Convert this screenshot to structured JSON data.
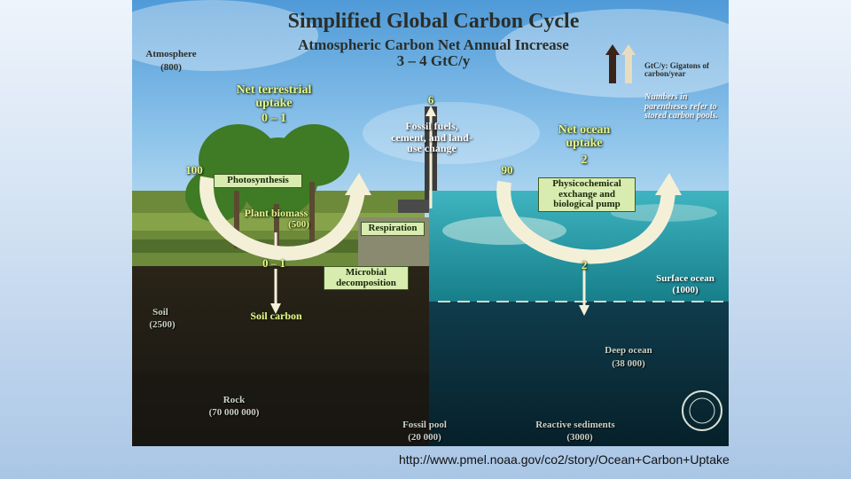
{
  "title": "Simplified Global Carbon Cycle",
  "subtitle": "Atmospheric Carbon Net Annual Increase",
  "subtitle_value": "3 – 4 GtC/y",
  "atmosphere": {
    "label": "Atmosphere",
    "value": "(800)"
  },
  "legend": {
    "units": "GtC/y: Gigatons of carbon/year",
    "note": "Numbers in parentheses refer to stored carbon pools."
  },
  "terrestrial": {
    "uptake_label": "Net terrestrial uptake",
    "uptake_value": "0 – 1",
    "photosynthesis_value": "100",
    "photosynthesis_label": "Photosynthesis",
    "biomass_label": "Plant biomass",
    "biomass_value": "(500)",
    "respiration_label": "Respiration",
    "soil_flux_value": "0 – 1",
    "microbial_label": "Microbial decomposition",
    "soil_carbon_label": "Soil carbon"
  },
  "fossil": {
    "value": "6",
    "label": "Fossil fuels, cement, and land-use change"
  },
  "ocean": {
    "uptake_label": "Net ocean uptake",
    "uptake_value": "2",
    "exchange_value": "90",
    "exchange_label": "Physicochemical exchange and biological pump",
    "downflux_value": "2"
  },
  "pools": {
    "soil_label": "Soil",
    "soil_value": "(2500)",
    "rock_label": "Rock",
    "rock_value": "(70 000 000)",
    "surface_ocean_label": "Surface ocean",
    "surface_ocean_value": "(1000)",
    "deep_ocean_label": "Deep ocean",
    "deep_ocean_value": "(38 000)",
    "fossil_pool_label": "Fossil pool",
    "fossil_pool_value": "(20 000)",
    "sediments_label": "Reactive sediments",
    "sediments_value": "(3000)"
  },
  "source_url": "http://www.pmel.noaa.gov/co2/story/Ocean+Carbon+Uptake"
}
